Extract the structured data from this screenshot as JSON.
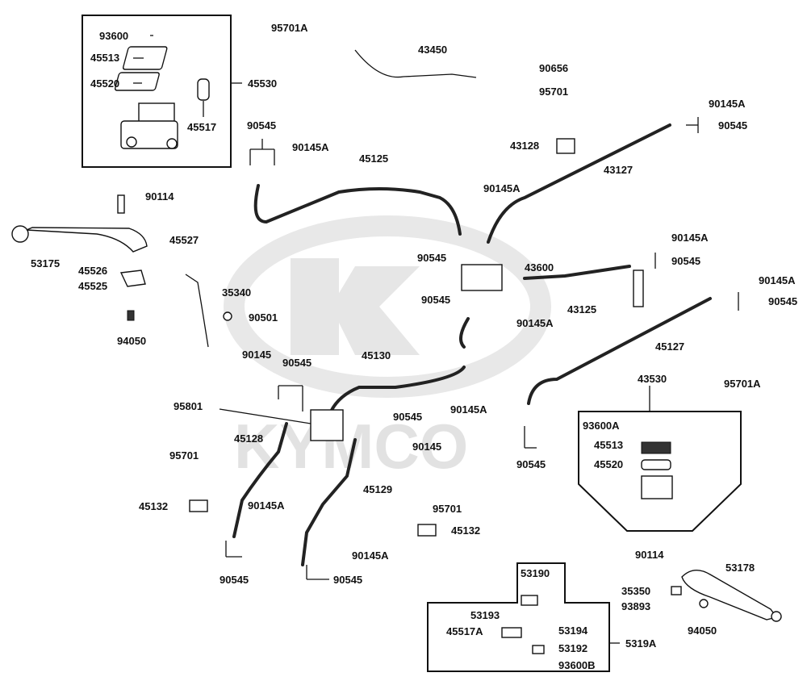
{
  "diagram": {
    "watermark_text": "KYMCO",
    "labels": {
      "l93600": "93600",
      "l45513a": "45513",
      "l45520a": "45520",
      "l45530": "45530",
      "l45517": "45517",
      "l95701A_top": "95701A",
      "l43450": "43450",
      "l90656": "90656",
      "l95701_top": "95701",
      "l43128": "43128",
      "l90145A_tr": "90145A",
      "l90545_tr": "90545",
      "l43127_top": "43127",
      "l90545_l": "90545",
      "l90145A_l": "90145A",
      "l45125": "45125",
      "l90145A_mid": "90145A",
      "l90114_top": "90114",
      "l45527": "45527",
      "l53175": "53175",
      "l45526": "45526",
      "l45525": "45525",
      "l35340": "35340",
      "l90501": "90501",
      "l94050_l": "94050",
      "l90545_c1": "90545",
      "l43600": "43600",
      "l90545_c2": "90545",
      "l43125": "43125",
      "l90145A_c": "90145A",
      "l90145A_r1": "90145A",
      "l90545_r1": "90545",
      "l90145A_r2": "90145A",
      "l90545_r2": "90545",
      "l45127": "45127",
      "l90145": "90145",
      "l90545_m": "90545",
      "l45130": "45130",
      "l95801": "95801",
      "l90545_m2": "90545",
      "l45128": "45128",
      "l90145_m": "90145",
      "l90145A_m3": "90145A",
      "l90545_m3": "90545",
      "l43530": "43530",
      "l95701A_r": "95701A",
      "l93600A": "93600A",
      "l45513b": "45513",
      "l45520b": "45520",
      "l95701_l": "95701",
      "l45132_l": "45132",
      "l90145A_lb": "90145A",
      "l45129": "45129",
      "l95701_m": "95701",
      "l45132_m": "45132",
      "l90145A_b": "90145A",
      "l90545_b1": "90545",
      "l90545_b2": "90545",
      "l53190": "53190",
      "l53193": "53193",
      "l45517A": "45517A",
      "l53194": "53194",
      "l53192": "53192",
      "l93600B": "93600B",
      "l5319A": "5319A",
      "l90114_r": "90114",
      "l53178": "53178",
      "l35350": "35350",
      "l93893": "93893",
      "l94050_r": "94050"
    }
  }
}
